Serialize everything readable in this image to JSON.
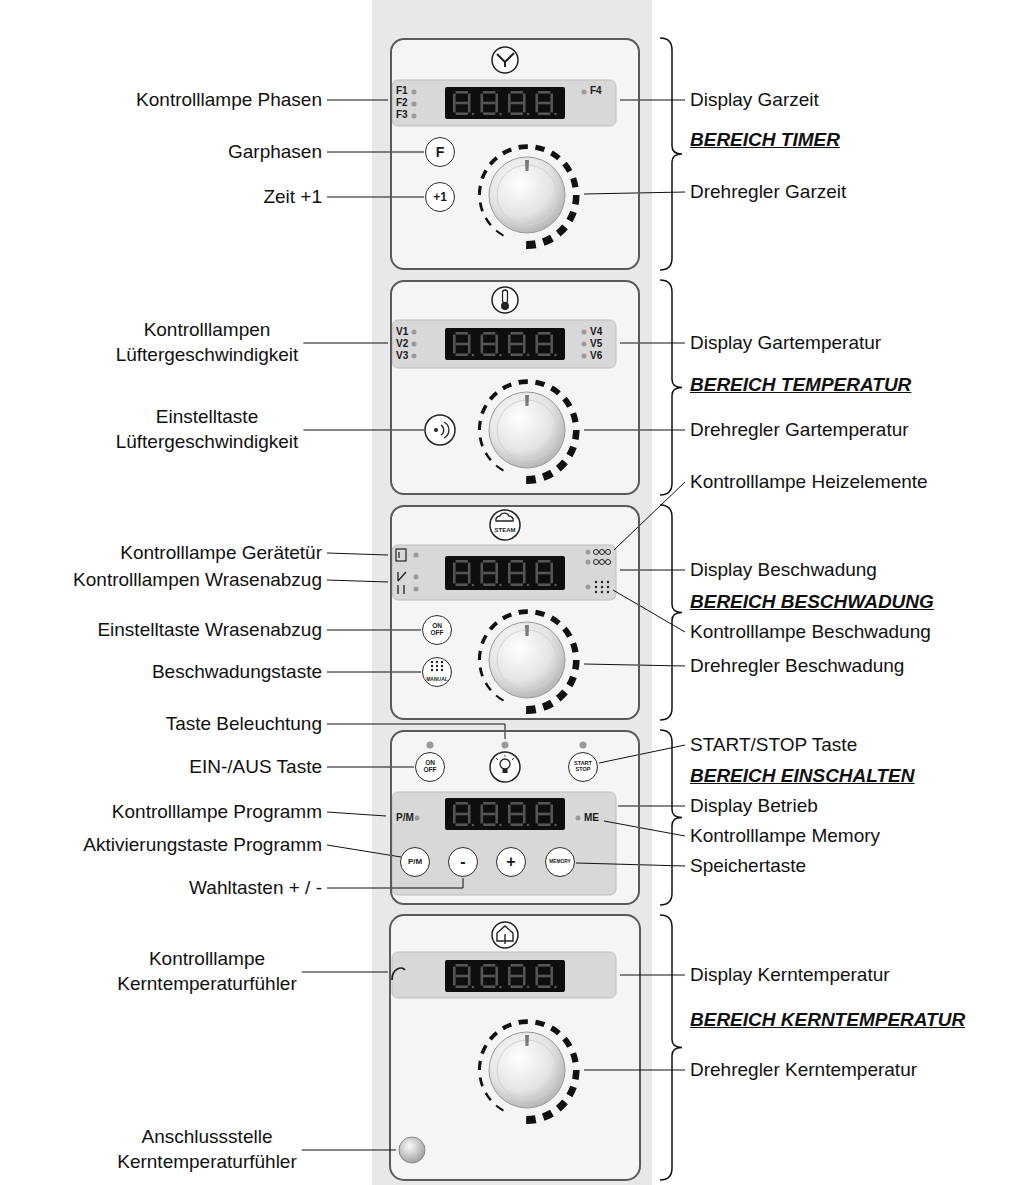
{
  "diagram": {
    "nodes": [
      {
        "text": [
          "F1",
          "F2",
          "F3",
          "F4"
        ]
      },
      {
        "text": [
          "F"
        ],
        "in": 0
      },
      {
        "text": [
          "+1"
        ],
        "in": 0
      },
      {
        "text": [
          "V1",
          "V2",
          "V3",
          "V4",
          "V5",
          "V6"
        ]
      },
      {
        "text": [
          "STEAM"
        ]
      },
      {
        "text": [
          "ON OFF"
        ],
        "in": 4
      },
      {
        "text": [
          "MANUAL"
        ],
        "in": 4
      },
      {
        "text": [
          "P/M",
          "ME"
        ]
      },
      {
        "text": [
          "ON OFF"
        ],
        "in": 7
      },
      {
        "text": [
          "START STOP"
        ],
        "in": 7
      },
      {
        "text": [
          "P/M"
        ],
        "in": 7
      },
      {
        "text": [
          "-"
        ],
        "in": 7
      },
      {
        "text": [
          "+"
        ],
        "in": 7
      },
      {
        "text": [
          "MEMORY"
        ],
        "in": 7
      }
    ],
    "labels": [
      "Kontrolllampe Phasen",
      "Display Garzeit",
      "BEREICH TIMER",
      "Garphasen",
      "Drehregler Garzeit",
      "Zeit +1",
      "Kontrolllampen Lüftergeschwindigkeit",
      "Display Gartemperatur",
      "BEREICH TEMPERATUR",
      "Einstelltaste Lüftergeschwindigkeit",
      "Drehregler Gartemperatur",
      "Kontrolllampe Heizelemente",
      "Kontrolllampe Gerätetür",
      "Display Beschwadung",
      "Kontrolllampen Wrasenabzug",
      "BEREICH BESCHWADUNG",
      "Einstelltaste Wrasenabzug",
      "Kontrolllampe Beschwadung",
      "Beschwadungstaste",
      "Drehregler Beschwadung",
      "Taste Beleuchtung",
      "START/STOP Taste",
      "EIN-/AUS Taste",
      "BEREICH EINSCHALTEN",
      "Display Betrieb",
      "Kontrolllampe Programm",
      "Kontrolllampe Memory",
      "Aktivierungstaste Programm",
      "Speichertaste",
      "Wahltasten + / -",
      "Kontrolllampe Kerntemperaturfühler",
      "Display Kerntemperatur",
      "BEREICH KERNTEMPERATUR",
      "Drehregler Kerntemperatur",
      "Anschlussstelle Kerntemperaturfühler"
    ]
  }
}
